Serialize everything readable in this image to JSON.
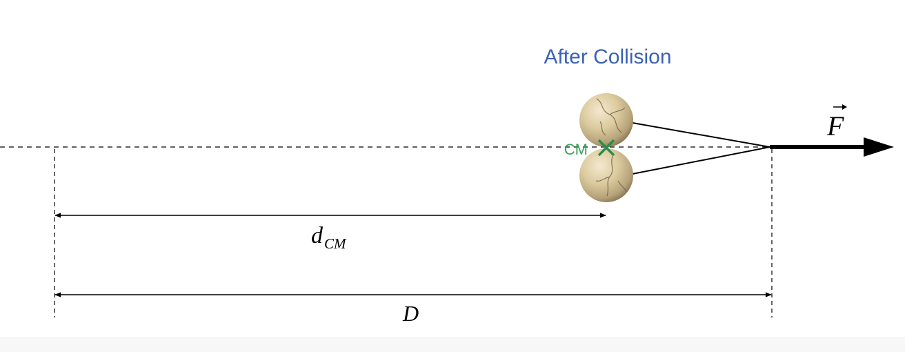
{
  "title": "After Collision",
  "cm_label": "CM",
  "labels": {
    "d_cm_main": "d",
    "d_cm_sub": "CM",
    "distance_D": "D",
    "force_F": "F"
  },
  "colors": {
    "title": "#3a62b5",
    "cm_label": "#3aa35c",
    "cm_marker": "#2e8b4a",
    "ink": "#000000",
    "ball_light": "#efe3c6",
    "ball_mid": "#cdbb93",
    "ball_dark": "#7d6c4b",
    "crack": "#6e5c3e"
  }
}
